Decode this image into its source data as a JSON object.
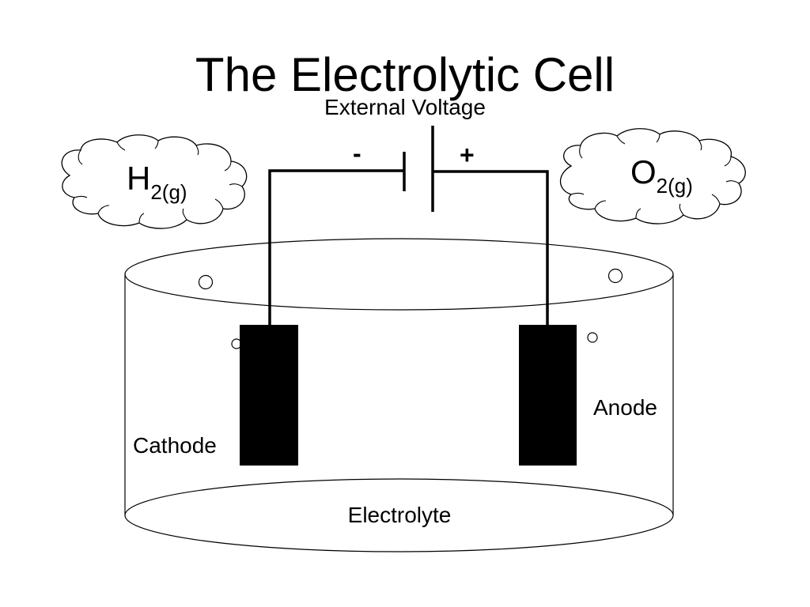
{
  "title": "The Electrolytic Cell",
  "power_source": {
    "label": "External Voltage",
    "negative_sign": "-",
    "positive_sign": "+"
  },
  "gases": {
    "cathode_gas": {
      "symbol": "H",
      "subscript": "2(g)"
    },
    "anode_gas": {
      "symbol": "O",
      "subscript": "2(g)"
    }
  },
  "labels": {
    "cathode": "Cathode",
    "anode": "Anode",
    "electrolyte": "Electrolyte"
  },
  "colors": {
    "line": "#000000",
    "background": "#ffffff"
  }
}
